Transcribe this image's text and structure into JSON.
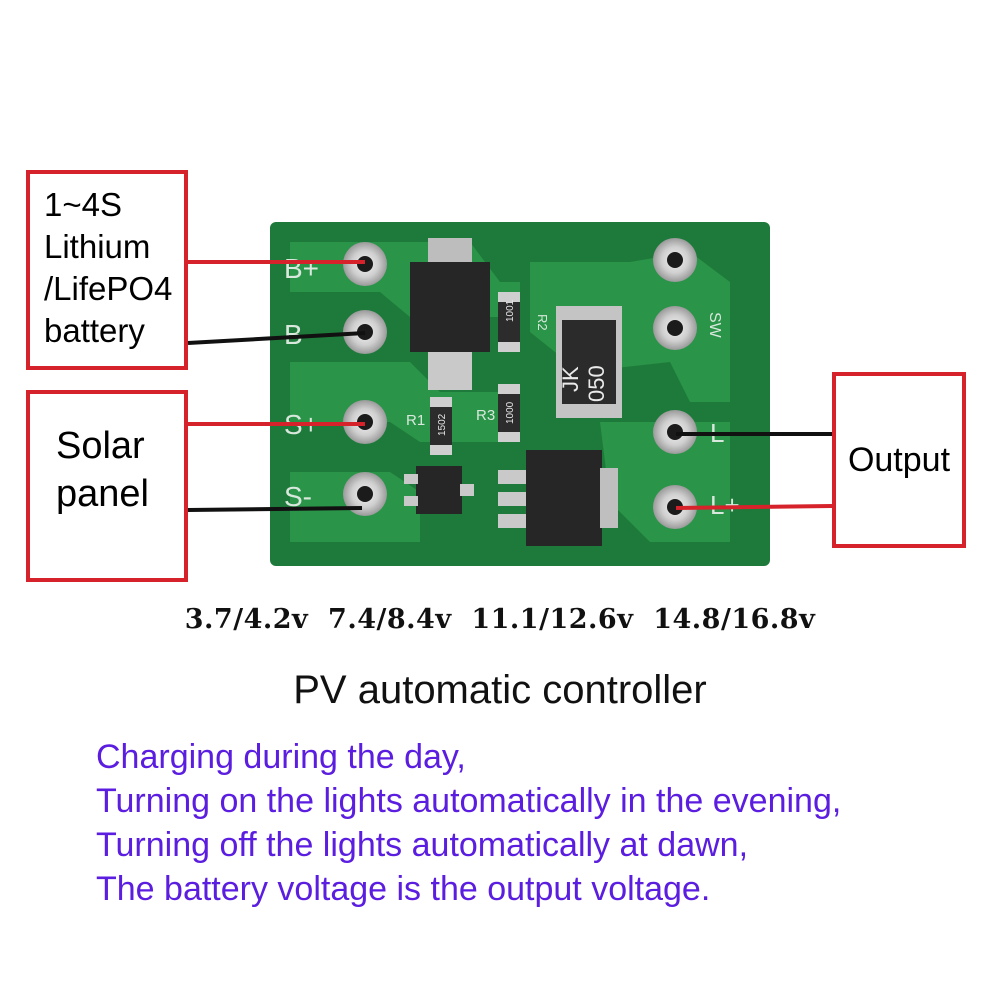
{
  "labels": {
    "battery": [
      "1~4S",
      "Lithium",
      "/LifePO4",
      "battery"
    ],
    "solar": [
      "Solar",
      "panel"
    ],
    "output": "Output"
  },
  "board": {
    "pins_left": [
      "B+",
      "B-",
      "S+",
      "S-"
    ],
    "pins_right": [
      "SW",
      "L-",
      "L+"
    ],
    "components": {
      "r1_label": "R1",
      "r1_code": "1502",
      "r2_label": "R2",
      "r2_code": "1001",
      "r3_label": "R3",
      "r3_code": "1000",
      "chip_text_1": "JK",
      "chip_text_2": "050"
    }
  },
  "voltages": "3.7/4.2v  7.4/8.4v  11.1/12.6v  14.8/16.8v",
  "title": "PV automatic controller",
  "description": [
    "Charging during the day,",
    "Turning on the lights automatically in the evening,",
    "Turning off the lights automatically at dawn,",
    "The battery voltage is the output voltage."
  ],
  "colors": {
    "pcb": "#1e7a3a",
    "pcb_trace": "#2a9448",
    "callout_border": "#d6222a",
    "description_text": "#5b1de0"
  }
}
